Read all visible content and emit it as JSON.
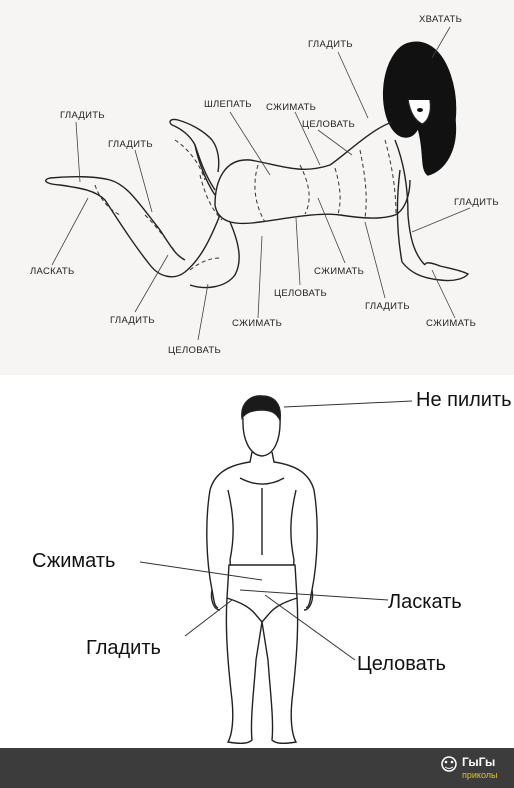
{
  "top_panel": {
    "labels": {
      "l1": "ХВАТАТЬ",
      "l2": "ГЛАДИТЬ",
      "l3": "ШЛЕПАТЬ",
      "l4": "СЖИМАТЬ",
      "l5": "ЦЕЛОВАТЬ",
      "l6": "ГЛАДИТЬ",
      "l7": "ГЛАДИТЬ",
      "l8": "ГЛАДИТЬ",
      "l9": "ЛАСКАТЬ",
      "l10": "СЖИМАТЬ",
      "l11": "ЦЕЛОВАТЬ",
      "l12": "ГЛАДИТЬ",
      "l13": "ГЛАДИТЬ",
      "l14": "СЖИМАТЬ",
      "l15": "СЖИМАТЬ",
      "l16": "ЦЕЛОВАТЬ"
    }
  },
  "bottom_panel": {
    "labels": {
      "head": "Не пилить",
      "squeeze": "Сжимать",
      "caress": "Ласкать",
      "stroke": "Гладить",
      "kiss": "Целовать"
    }
  },
  "footer": {
    "brand": "ГыГы",
    "brand_sub": "приколы"
  }
}
